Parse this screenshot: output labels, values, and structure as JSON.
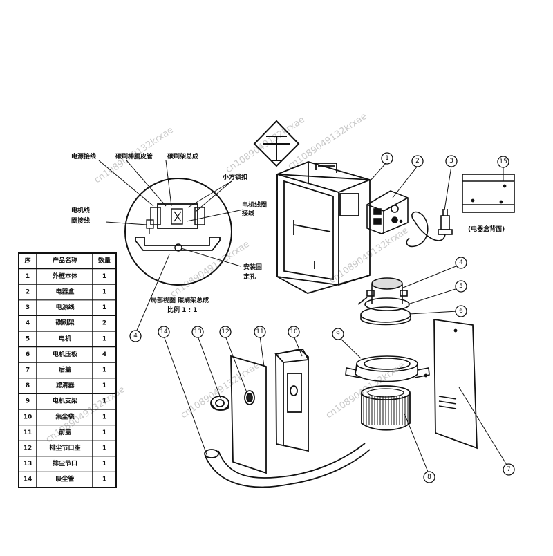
{
  "parts_table": {
    "headers": [
      "序",
      "产品名称",
      "数量"
    ],
    "rows": [
      {
        "no": "1",
        "name": "外框本体",
        "qty": "1"
      },
      {
        "no": "2",
        "name": "电器盒",
        "qty": "1"
      },
      {
        "no": "3",
        "name": "电源线",
        "qty": "1"
      },
      {
        "no": "4",
        "name": "碳刷架",
        "qty": "2"
      },
      {
        "no": "5",
        "name": "电机",
        "qty": "1"
      },
      {
        "no": "6",
        "name": "电机压板",
        "qty": "4"
      },
      {
        "no": "7",
        "name": "后盖",
        "qty": "1"
      },
      {
        "no": "8",
        "name": "滤清器",
        "qty": "1"
      },
      {
        "no": "9",
        "name": "电机支架",
        "qty": "1"
      },
      {
        "no": "10",
        "name": "集尘袋",
        "qty": "1"
      },
      {
        "no": "11",
        "name": "前盖",
        "qty": "1"
      },
      {
        "no": "12",
        "name": "排尘节口座",
        "qty": "1"
      },
      {
        "no": "13",
        "name": "排尘节口",
        "qty": "1"
      },
      {
        "no": "14",
        "name": "吸尘管",
        "qty": "1"
      }
    ]
  },
  "detail": {
    "labels": {
      "power_wire": "电源接线",
      "carbon_brush_sheath": "碳刷棒胴皮管",
      "carbon_brush_assembly": "碳刷架总成",
      "small_square_buckle": "小方锁扣",
      "motor_wire_top": "电机线",
      "motor_wire_bottom": "圈接线",
      "motor_coil_top": "电机线圈",
      "motor_coil_bottom": "接线",
      "mount_hole_top": "安装固",
      "mount_hole_bottom": "定孔",
      "caption_line1": "局部视图  碳刷架总成",
      "caption_line2": "比例  1 : 1"
    }
  },
  "back_panel_caption": "(电器盒背面)",
  "callouts": {
    "c1": "1",
    "c2": "2",
    "c3": "3",
    "c15": "15",
    "c4a": "4",
    "c5": "5",
    "c6": "6",
    "c4b": "4",
    "c14": "14",
    "c13": "13",
    "c12": "12",
    "c11": "11",
    "c10": "10",
    "c9": "9",
    "c8": "8",
    "c7": "7"
  },
  "watermark": "cn1089049132krxae",
  "colors": {
    "line": "#111111",
    "watermark": "#c9c9c9"
  }
}
